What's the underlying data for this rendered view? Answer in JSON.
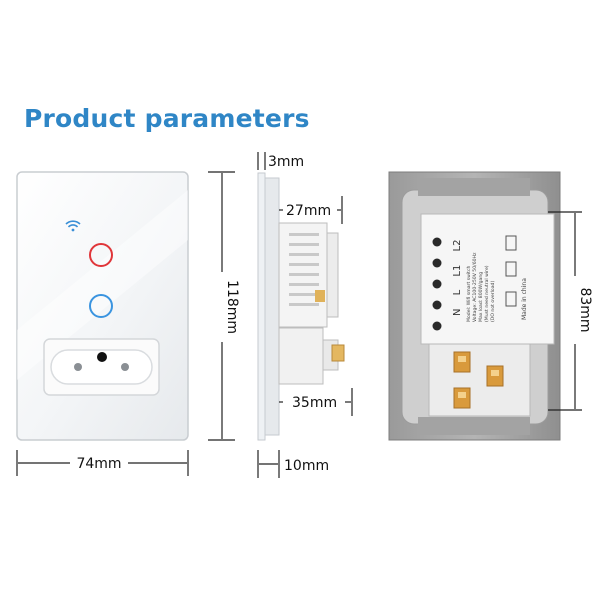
{
  "title": "Product parameters",
  "dimensions": {
    "front_width": "74mm",
    "front_height": "118mm",
    "side_panel": "3mm",
    "side_depth_top": "27mm",
    "side_depth_bottom": "35mm",
    "side_bottom": "10mm",
    "back_height": "83mm"
  },
  "module_label": {
    "model": "Model: Wifi smart switch",
    "voltage": "Voltage: AC100-250V 50/60Hz",
    "max_load": "Max load: 800W/gang",
    "neutral": "(Must need neutral wire)",
    "warning": "(DO not overload)",
    "made_in": "Made in china",
    "terminals": [
      "N",
      "L",
      "L1",
      "L2"
    ]
  },
  "icons": [
    "wifi-icon",
    "touch-button-red",
    "touch-button-blue",
    "power-socket"
  ],
  "colors": {
    "title": "#2f86c6",
    "button_top": "#e0363a",
    "button_bottom": "#3a94e0"
  }
}
